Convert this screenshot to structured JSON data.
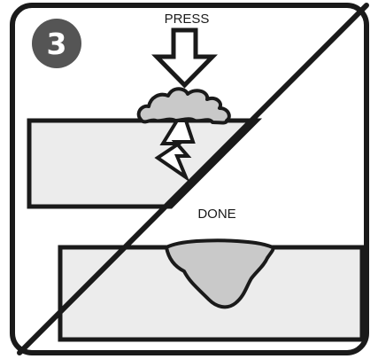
{
  "step": {
    "number": "3"
  },
  "labels": {
    "press": "PRESS",
    "done": "DONE"
  },
  "colors": {
    "outline": "#1a1a1a",
    "fill": "#ececec",
    "clay": "#c9c9c9",
    "badge": "#555555",
    "background": "#ffffff"
  },
  "icons": {
    "press_arrow": "arrow-down-icon",
    "impact": "lightning-crack-icon"
  }
}
